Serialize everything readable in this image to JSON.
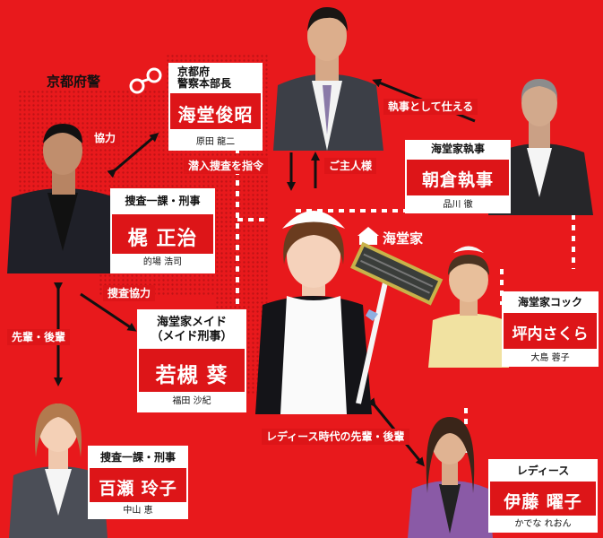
{
  "group_labels": {
    "police": "京都府警",
    "family": "海堂家"
  },
  "characters": {
    "kaido": {
      "role": "京都府\n警察本部長",
      "name": "海堂俊昭",
      "actor": "原田 龍二"
    },
    "asakura": {
      "role": "海堂家執事",
      "name": "朝倉執事",
      "actor": "品川 徹"
    },
    "kaji": {
      "role": "捜査一課・刑事",
      "name": "梶 正治",
      "actor": "的場 浩司"
    },
    "wakatsuki": {
      "role": "海堂家メイド\n（メイド刑事）",
      "name": "若槻 葵",
      "actor": "福田 沙紀"
    },
    "tsubouchi": {
      "role": "海堂家コック",
      "name": "坪内さくら",
      "actor": "大島 蓉子"
    },
    "momose": {
      "role": "捜査一課・刑事",
      "name": "百瀬 玲子",
      "actor": "中山 恵"
    },
    "ito": {
      "role": "レディース",
      "name": "伊藤 曜子",
      "actor": "かでな れおん"
    }
  },
  "relations": {
    "serve": "執事として仕える",
    "cooperate": "協力",
    "infiltrate": "潜入捜査を指令",
    "master": "ご主人様",
    "investigate": "捜査協力",
    "senior_junior": "先輩・後輩",
    "ladies_era": "レディース時代の先輩・後輩"
  },
  "colors": {
    "background": "#e8191c",
    "card_band": "#dd1518",
    "arrow": "#111111",
    "dashed": "#ffffff"
  }
}
